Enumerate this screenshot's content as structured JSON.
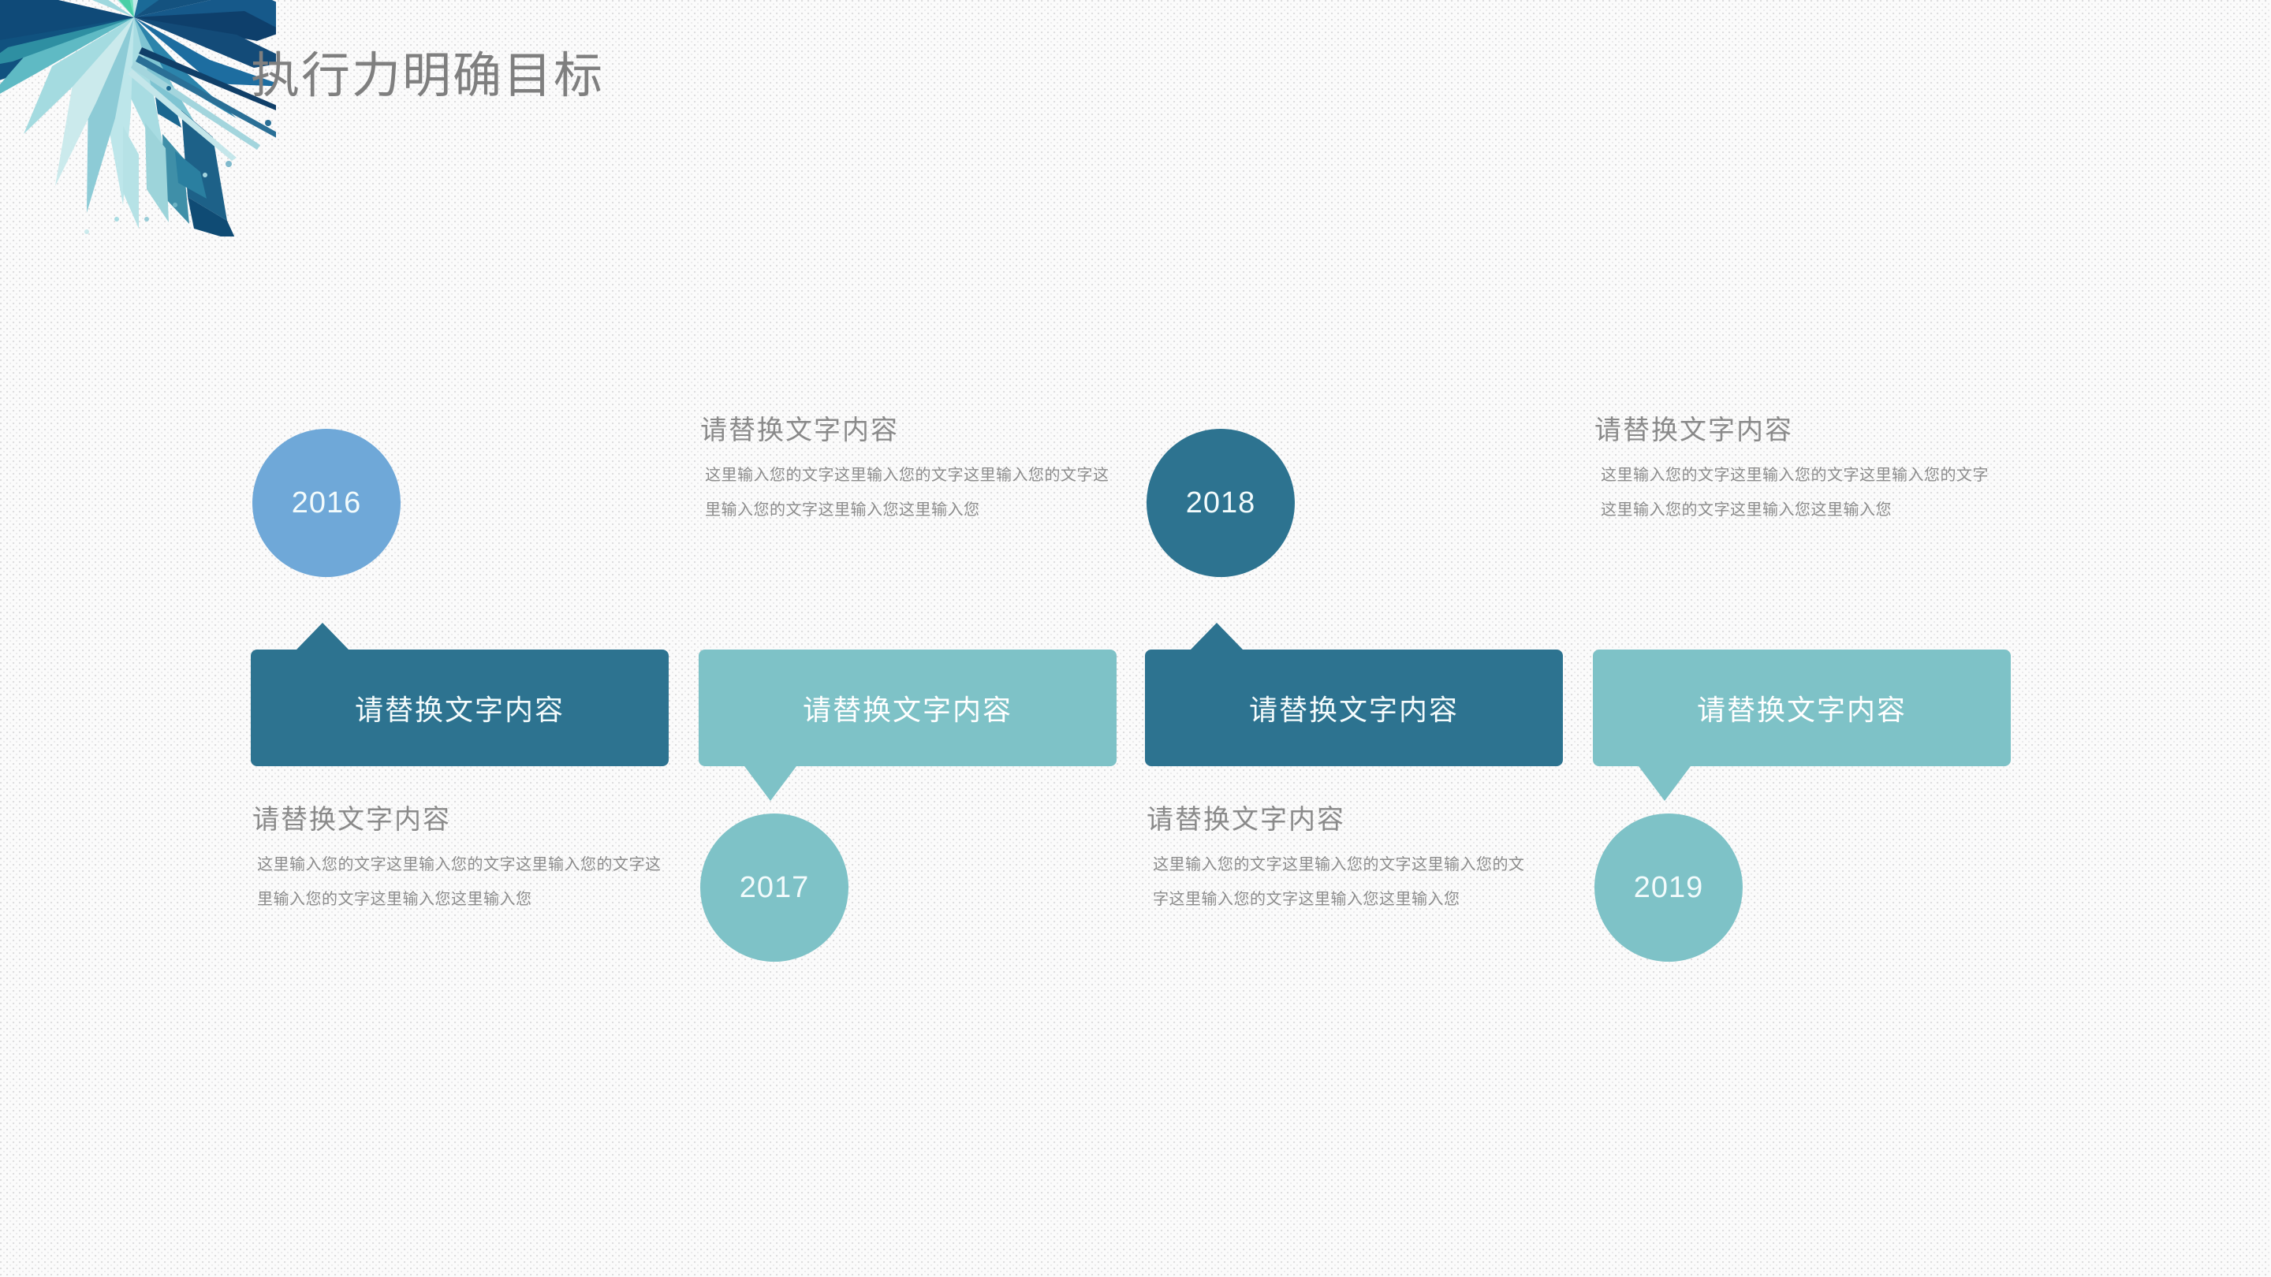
{
  "slide": {
    "title": "执行力明确目标",
    "background_color": "#fbfbfb",
    "title_color": "#7f7f7f",
    "corner_graphic": "abstract-splash-burst"
  },
  "palette": {
    "blue": "#6fa8d8",
    "light_teal": "#7ec2c7",
    "dark_teal": "#2d7390",
    "heading_gray": "#8a8a8a",
    "body_gray": "#8c8c8c"
  },
  "timeline": [
    {
      "year": "2016",
      "circle_color": "#6fa8d8",
      "circle_position": "top",
      "box_label": "请替换文字内容",
      "box_color": "#2d7390",
      "tail_direction": "up",
      "text_position": "below",
      "heading": "请替换文字内容",
      "body": "这里输入您的文字这里输入您的文字这里输入您的文字这里输入您的文字这里输入您这里输入您"
    },
    {
      "year": "2017",
      "circle_color": "#7ec2c7",
      "circle_position": "bottom",
      "box_label": "请替换文字内容",
      "box_color": "#7ec2c7",
      "tail_direction": "down",
      "text_position": "above",
      "heading": "请替换文字内容",
      "body": "这里输入您的文字这里输入您的文字这里输入您的文字这里输入您的文字这里输入您这里输入您"
    },
    {
      "year": "2018",
      "circle_color": "#2d7390",
      "circle_position": "top",
      "box_label": "请替换文字内容",
      "box_color": "#2d7390",
      "tail_direction": "up",
      "text_position": "below",
      "heading": "请替换文字内容",
      "body": "这里输入您的文字这里输入您的文字这里输入您的文字这里输入您的文字这里输入您这里输入您"
    },
    {
      "year": "2019",
      "circle_color": "#7ec2c7",
      "circle_position": "bottom",
      "box_label": "请替换文字内容",
      "box_color": "#7ec2c7",
      "tail_direction": "down",
      "text_position": "above",
      "heading": "请替换文字内容",
      "body": "这里输入您的文字这里输入您的文字这里输入您的文字这里输入您的文字这里输入您这里输入您"
    }
  ]
}
